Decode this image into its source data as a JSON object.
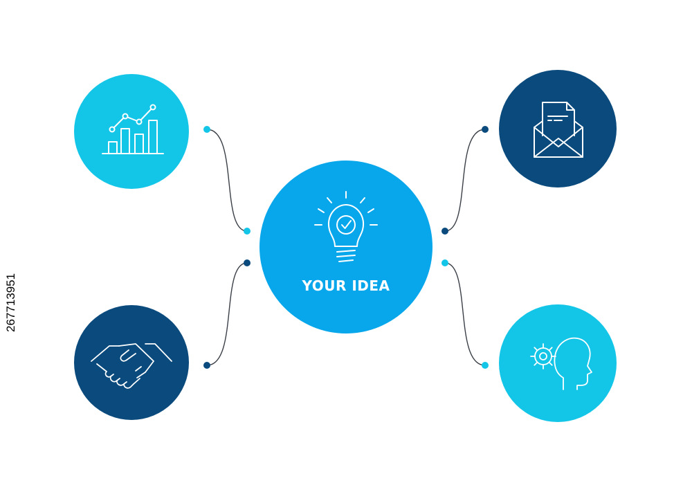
{
  "center": {
    "title": "YOUR IDEA",
    "icon": "lightbulb-check-icon",
    "color": "#08a7ec"
  },
  "nodes": [
    {
      "id": "top-left",
      "icon": "bar-chart-growth-icon",
      "color": "#13c6e8"
    },
    {
      "id": "bottom-left",
      "icon": "handshake-icon",
      "color": "#0a4a7c"
    },
    {
      "id": "top-right",
      "icon": "envelope-document-icon",
      "color": "#0a4a7c"
    },
    {
      "id": "bottom-right",
      "icon": "head-gear-icon",
      "color": "#13c6e8"
    }
  ],
  "colors": {
    "connector_line": "#3a3f47",
    "dot_light": "#13c6e8",
    "dot_dark": "#0a4a7c",
    "icon_stroke": "#ffffff"
  },
  "stock_id": "267713951"
}
